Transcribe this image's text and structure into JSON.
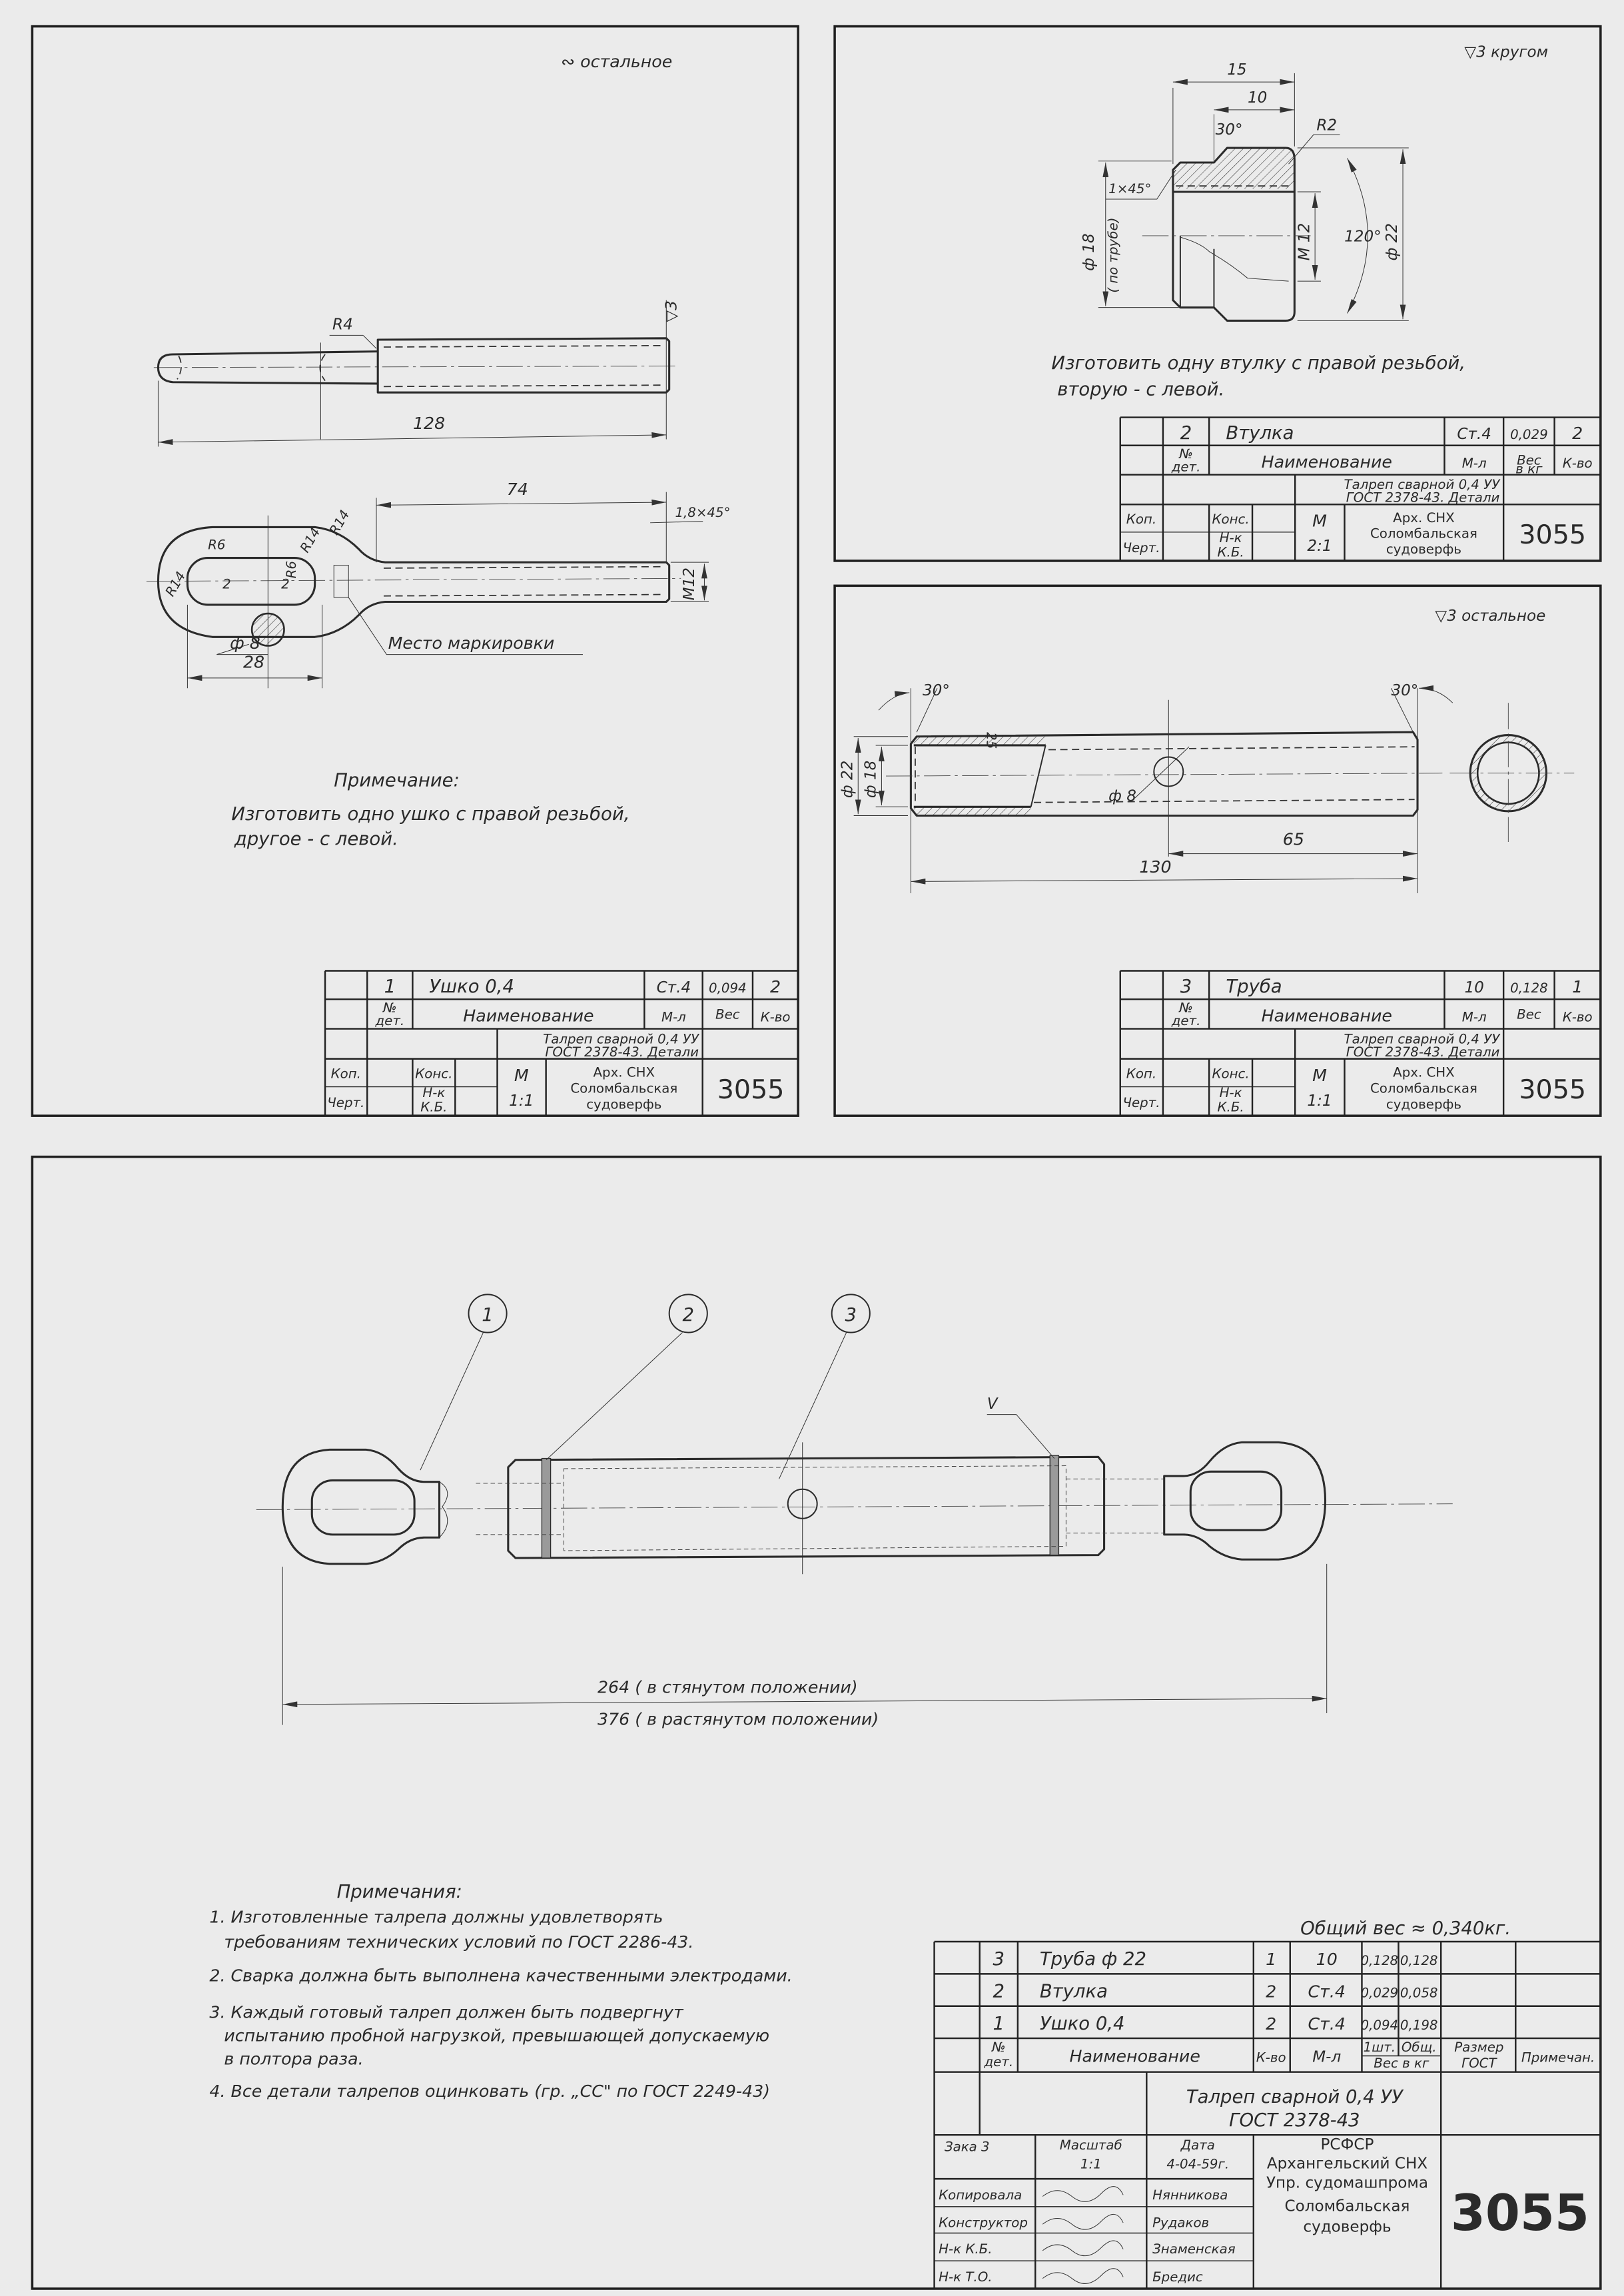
{
  "sheet_number": "3055",
  "colors": {
    "paper": "#ebebeb",
    "ink": "#2b2b2b"
  },
  "eye_sheet": {
    "surface_note": "∾  остальное",
    "side_view": {
      "r4": "R4",
      "roughness": "▽3",
      "length": "128"
    },
    "plan_view": {
      "length_74": "74",
      "chamfer": "1,8×45°",
      "thread": "M12",
      "r14_a": "R14",
      "r14_b": "R14",
      "r14_c": "R14",
      "r6_a": "R6",
      "r6_b": "R6",
      "offset_a": "2",
      "offset_b": "2",
      "dia_8": "ф 8",
      "width_28": "28",
      "marking_label": "Место маркировки"
    },
    "note_title": "Примечание:",
    "note_lines": [
      "Изготовить одно ушко с правой резьбой,",
      "другое - с левой."
    ],
    "title_block": {
      "part_no": "1",
      "name": "Ушко 0,4",
      "material": "Ст.4",
      "weight": "0,094",
      "qty": "2",
      "hdr_no": "№",
      "hdr_no2": "дет.",
      "hdr_name": "Наименование",
      "hdr_material": "М-л",
      "hdr_weight": "Вес",
      "hdr_qty": "К-во",
      "title_line1": "Талреп сварной 0,4 УУ",
      "title_line2": "ГОСТ 2378-43. Детали",
      "kop": "Коп.",
      "chert": "Черт.",
      "kons": "Конс.",
      "nk": "Н-к",
      "kb": "К.Б.",
      "scale_label": "М",
      "scale": "1:1",
      "org1": "Арх. СНХ",
      "org2": "Соломбальская",
      "org3": "судоверфь",
      "number": "3055"
    }
  },
  "bushing_sheet": {
    "surface_note": "▽3 кругом",
    "dims": {
      "len_15": "15",
      "len_10": "10",
      "angle_30": "30°",
      "r2": "R2",
      "chamfer": "1×45°",
      "dia_18": "ф 18",
      "dia_18_note": "( по трубе)",
      "thread": "M 12",
      "angle_120": "120°",
      "dia_22": "ф 22"
    },
    "note_lines": [
      "Изготовить одну втулку с правой резьбой,",
      "вторую - с левой."
    ],
    "title_block": {
      "part_no": "2",
      "name": "Втулка",
      "material": "Ст.4",
      "weight": "0,029",
      "qty": "2",
      "hdr_no": "№",
      "hdr_no2": "дет.",
      "hdr_name": "Наименование",
      "hdr_material": "М-л",
      "hdr_weight": "Вес",
      "hdr_weight_sub": "в кг",
      "hdr_qty": "К-во",
      "title_line1": "Талреп сварной 0,4 УУ",
      "title_line2": "ГОСТ 2378-43. Детали",
      "kop": "Коп.",
      "chert": "Черт.",
      "kons": "Конс.",
      "nk": "Н-к",
      "kb": "К.Б.",
      "scale_label": "М",
      "scale": "2:1",
      "org1": "Арх. СНХ",
      "org2": "Соломбальская",
      "org3": "судоверфь",
      "number": "3055"
    }
  },
  "tube_sheet": {
    "surface_note": "▽3 остальное",
    "dims": {
      "angle_left": "30°",
      "angle_right": "30°",
      "dia_22": "ф 22",
      "dia_18": "ф 18",
      "hole": "ф 8",
      "len_65": "65",
      "len_130": "130",
      "thread_len": "25"
    },
    "title_block": {
      "part_no": "3",
      "name": "Труба",
      "material": "10",
      "weight": "0,128",
      "qty": "1",
      "hdr_no": "№",
      "hdr_no2": "дет.",
      "hdr_name": "Наименование",
      "hdr_material": "М-л",
      "hdr_weight": "Вес",
      "hdr_qty": "К-во",
      "title_line1": "Талреп сварной 0,4 УУ",
      "title_line2": "ГОСТ 2378-43. Детали",
      "kop": "Коп.",
      "chert": "Черт.",
      "kons": "Конс.",
      "nk": "Н-к",
      "kb": "К.Б.",
      "scale_label": "М",
      "scale": "1:1",
      "org1": "Арх. СНХ",
      "org2": "Соломбальская",
      "org3": "судоверфь",
      "number": "3055"
    }
  },
  "assembly": {
    "callouts": [
      "1",
      "2",
      "3"
    ],
    "weld_mark": "V",
    "dim_closed": "264   ( в стянутом положении)",
    "dim_open": "376   ( в растянутом положении)",
    "notes_title": "Примечания:",
    "notes": [
      [
        "1. Изготовленные талрепа должны удовлетворять",
        "требованиям технических условий по ГОСТ 2286-43."
      ],
      [
        "2. Сварка должна быть выполнена качественными электродами."
      ],
      [
        "3. Каждый готовый талреп должен быть подвергнут",
        "испытанию пробной нагрузкой, превышающей допускаемую",
        "в полтора раза."
      ],
      [
        "4. Все детали талрепов оцинковать (гр. „СС\" по ГОСТ 2249-43)"
      ]
    ],
    "total_weight": "Общий вес ≈ 0,340кг.",
    "bom": {
      "rows": [
        {
          "no": "3",
          "name": "Труба ф 22",
          "qty": "1",
          "material": "10",
          "unit_weight": "0,128",
          "total_weight": "0,128"
        },
        {
          "no": "2",
          "name": "Втулка",
          "qty": "2",
          "material": "Ст.4",
          "unit_weight": "0,029",
          "total_weight": "0,058"
        },
        {
          "no": "1",
          "name": "Ушко 0,4",
          "qty": "2",
          "material": "Ст.4",
          "unit_weight": "0,094",
          "total_weight": "0,198"
        }
      ],
      "headers": {
        "no": "№",
        "no2": "дет.",
        "name": "Наименование",
        "qty": "К-во",
        "material": "М-л",
        "unit": "1шт.",
        "total": "Общ.",
        "weight": "Вес в кг",
        "size": "Размер",
        "size2": "ГОСТ",
        "remark": "Примечан."
      }
    },
    "title": {
      "line1": "Талреп сварной 0,4 УУ",
      "line2": "ГОСТ 2378-43"
    },
    "stamp": {
      "order_label": "Зака 3",
      "scale_label": "Масштаб",
      "scale": "1:1",
      "date_label": "Дата",
      "date": "4-04-59г.",
      "roles": [
        {
          "role": "Копировала",
          "name": "Нянникова"
        },
        {
          "role": "Конструктор",
          "name": "Рудаков"
        },
        {
          "role": "Н-к К.Б.",
          "name": "Знаменская"
        },
        {
          "role": "Н-к Т.О.",
          "name": "Бредис"
        }
      ],
      "org": [
        "РСФСР",
        "Архангельский СНХ",
        "Упр. судомашпрома",
        "Соломбальская",
        "судоверфь"
      ],
      "number": "3055"
    }
  }
}
